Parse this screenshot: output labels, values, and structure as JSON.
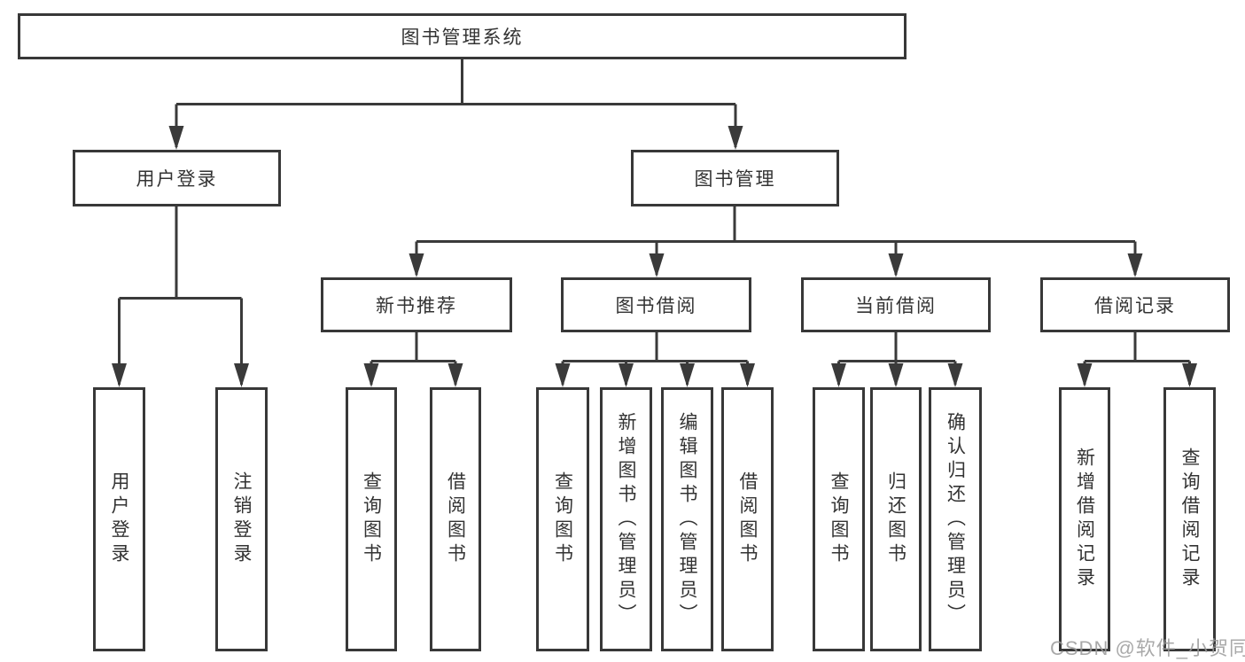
{
  "colors": {
    "line": "#3a3a3a",
    "box_border": "#383838",
    "text": "#333333",
    "watermark": "#9a9a9a",
    "background": "#ffffff"
  },
  "watermark": {
    "text": "CSDN @软件_小贺同学"
  },
  "tree": {
    "root": {
      "label": "图书管理系统",
      "children": [
        {
          "label": "用户登录",
          "children": [
            {
              "label": "用户登录"
            },
            {
              "label": "注销登录"
            }
          ]
        },
        {
          "label": "图书管理",
          "children": [
            {
              "label": "新书推荐",
              "children": [
                {
                  "label": "查询图书"
                },
                {
                  "label": "借阅图书"
                }
              ]
            },
            {
              "label": "图书借阅",
              "children": [
                {
                  "label": "查询图书"
                },
                {
                  "label": "新增图书（管理员）"
                },
                {
                  "label": "编辑图书（管理员）"
                },
                {
                  "label": "借阅图书"
                }
              ]
            },
            {
              "label": "当前借阅",
              "children": [
                {
                  "label": "查询图书"
                },
                {
                  "label": "归还图书"
                },
                {
                  "label": "确认归还（管理员）"
                }
              ]
            },
            {
              "label": "借阅记录",
              "children": [
                {
                  "label": "新增借阅记录"
                },
                {
                  "label": "查询借阅记录"
                }
              ]
            }
          ]
        }
      ]
    }
  }
}
